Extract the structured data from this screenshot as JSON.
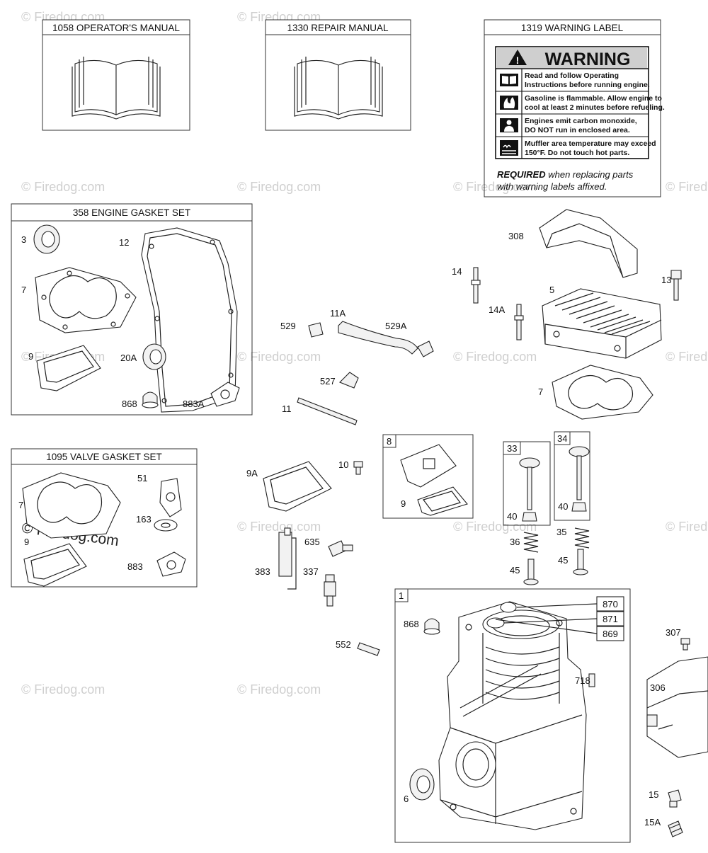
{
  "watermark": "© Firedog.com",
  "kits": {
    "operators_manual": "1058 OPERATOR'S MANUAL",
    "repair_manual": "1330 REPAIR MANUAL",
    "warning_label": "1319 WARNING LABEL",
    "engine_gasket_set": "358 ENGINE GASKET SET",
    "valve_gasket_set": "1095 VALVE GASKET SET"
  },
  "warning": {
    "heading": "WARNING",
    "lines": [
      [
        "Read and follow Operating",
        "Instructions before running engine."
      ],
      [
        "Gasoline is flammable. Allow engine to",
        "cool at least 2 minutes before refueling."
      ],
      [
        "Engines emit carbon monoxide,",
        "DO NOT run in enclosed area."
      ],
      [
        "Muffler area temperature may exceed",
        "150°F.  Do not touch hot parts."
      ]
    ],
    "required_bold": "REQUIRED",
    "required_rest": " when replacing parts",
    "required_line2": "with warning labels affixed."
  },
  "callouts": {
    "egs_3": "3",
    "egs_12": "12",
    "egs_7": "7",
    "egs_9": "9",
    "egs_20a": "20A",
    "egs_868": "868",
    "egs_883a": "883A",
    "vgs_7": "7",
    "vgs_51": "51",
    "vgs_163": "163",
    "vgs_9": "9",
    "vgs_883": "883",
    "p308": "308",
    "p14": "14",
    "p14a": "14A",
    "p13": "13",
    "p5": "5",
    "p7": "7",
    "p529": "529",
    "p11a": "11A",
    "p529a": "529A",
    "p527": "527",
    "p11": "11",
    "p9a": "9A",
    "p10": "10",
    "p8": "8",
    "p9": "9",
    "p33": "33",
    "p34": "34",
    "p40a": "40",
    "p40b": "40",
    "p36": "36",
    "p35": "35",
    "p45a": "45",
    "p45b": "45",
    "p635": "635",
    "p383": "383",
    "p337": "337",
    "p552": "552",
    "p1": "1",
    "p868": "868",
    "p870": "870",
    "p871": "871",
    "p869": "869",
    "p718": "718",
    "p6": "6",
    "p307": "307",
    "p306": "306",
    "p15": "15",
    "p15a": "15A"
  }
}
